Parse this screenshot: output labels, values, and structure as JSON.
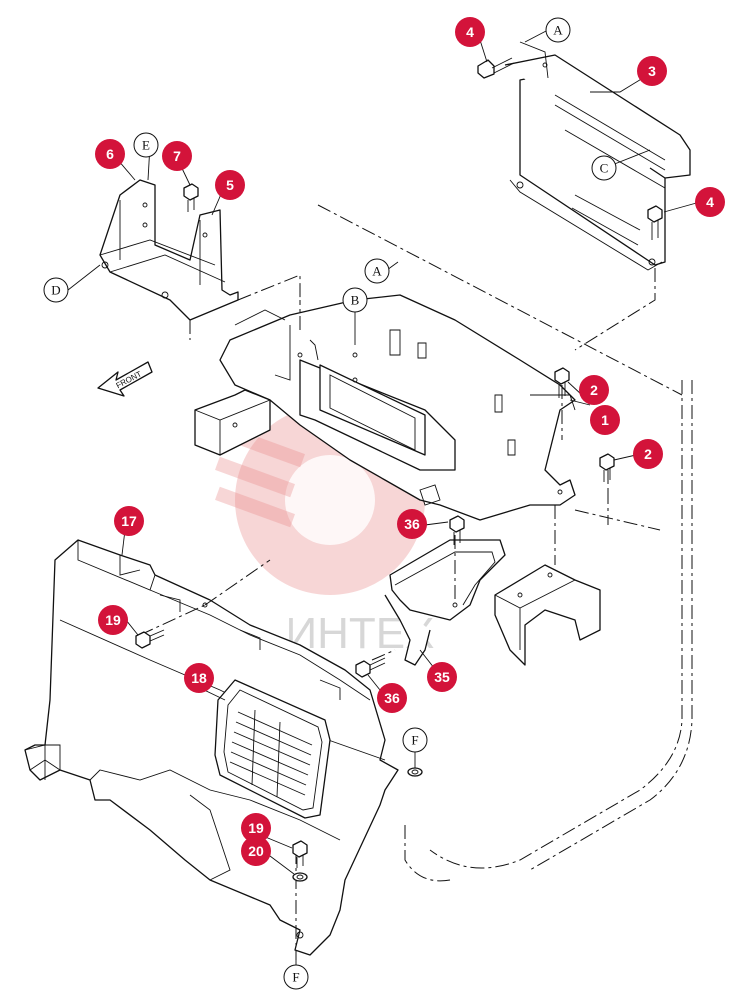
{
  "watermark": {
    "text": "ИНТЕХ",
    "color": "#e98a8a"
  },
  "front_label": "FRONT",
  "colors": {
    "callout": "#d3133a",
    "line": "#111111"
  },
  "callouts": [
    {
      "id": "c1",
      "number": "1"
    },
    {
      "id": "c2a",
      "number": "2"
    },
    {
      "id": "c2b",
      "number": "2"
    },
    {
      "id": "c3",
      "number": "3"
    },
    {
      "id": "c4a",
      "number": "4"
    },
    {
      "id": "c4b",
      "number": "4"
    },
    {
      "id": "c5",
      "number": "5"
    },
    {
      "id": "c6",
      "number": "6"
    },
    {
      "id": "c7",
      "number": "7"
    },
    {
      "id": "c17",
      "number": "17"
    },
    {
      "id": "c18",
      "number": "18"
    },
    {
      "id": "c19a",
      "number": "19"
    },
    {
      "id": "c19b",
      "number": "19"
    },
    {
      "id": "c20",
      "number": "20"
    },
    {
      "id": "c35",
      "number": "35"
    },
    {
      "id": "c36a",
      "number": "36"
    },
    {
      "id": "c36b",
      "number": "36"
    }
  ],
  "reference_letters": [
    {
      "id": "lA1",
      "letter": "A"
    },
    {
      "id": "lA2",
      "letter": "A"
    },
    {
      "id": "lB",
      "letter": "B"
    },
    {
      "id": "lC",
      "letter": "C"
    },
    {
      "id": "lD",
      "letter": "D"
    },
    {
      "id": "lE",
      "letter": "E"
    },
    {
      "id": "lF1",
      "letter": "F"
    },
    {
      "id": "lF2",
      "letter": "F"
    }
  ]
}
